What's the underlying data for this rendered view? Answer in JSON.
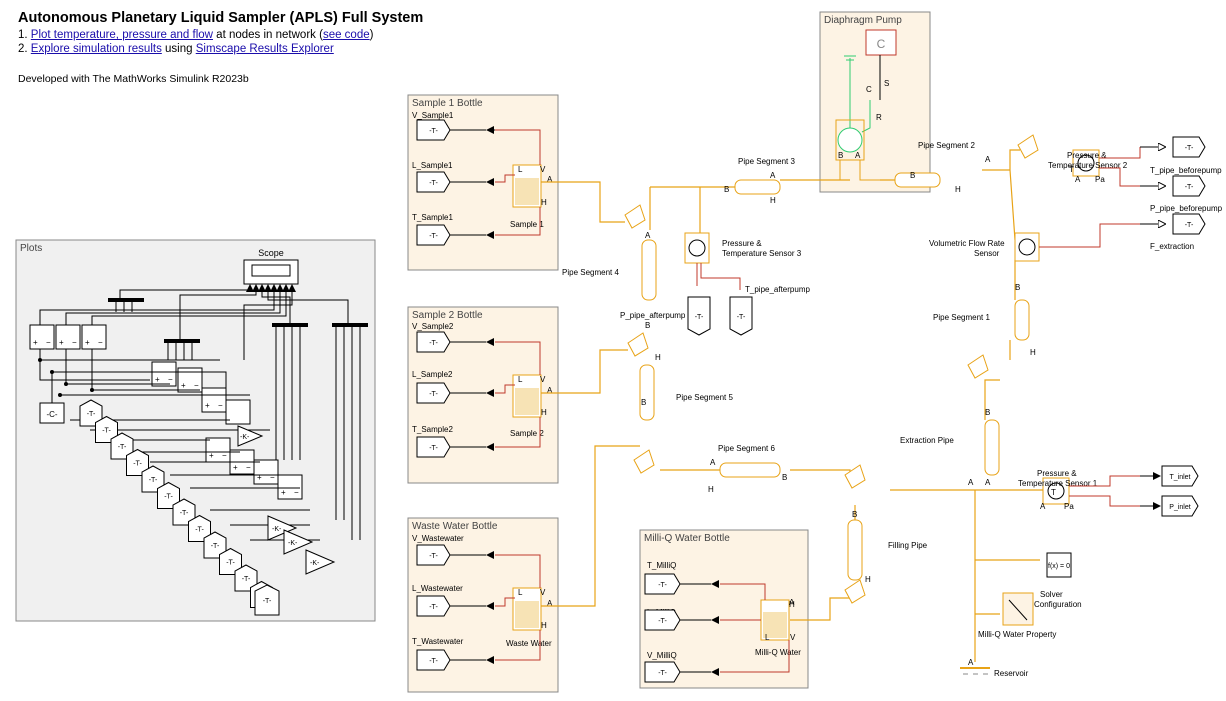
{
  "header": {
    "title": "Autonomous Planetary Liquid Sampler (APLS) Full System",
    "line1": {
      "prefix": "1. ",
      "link1": "Plot temperature, pressure and flow",
      "middle": " at nodes in network (",
      "link2": "see code",
      "suffix": ")"
    },
    "line2": {
      "prefix": "2. ",
      "link1": "Explore simulation results",
      "middle": " using ",
      "link2": "Simscape Results Explorer"
    },
    "developed": "Developed with The MathWorks Simulink R2023b"
  },
  "subsystems": {
    "sample1": "Sample 1 Bottle",
    "sample2": "Sample 2 Bottle",
    "waste": "Waste Water Bottle",
    "milliq": "Milli-Q Water Bottle",
    "pump": "Diaphragm Pump",
    "plots": "Plots"
  },
  "signals": {
    "v_sample1": "V_Sample1",
    "l_sample1": "L_Sample1",
    "t_sample1": "T_Sample1",
    "v_sample2": "V_Sample2",
    "l_sample2": "L_Sample2",
    "t_sample2": "T_Sample2",
    "v_waste": "V_Wastewater",
    "l_waste": "L_Wastewater",
    "t_waste": "T_Wastewater",
    "t_milliq": "T_MilliQ",
    "l_milliq": "L_MilliQ",
    "v_milliq": "V_MilliQ",
    "goto_tag": "-T-",
    "t_pipe_before": "T_pipe_beforepump",
    "p_pipe_before": "P_pipe_beforepump",
    "f_extraction": "F_extraction",
    "t_inlet": "T_inlet",
    "p_inlet": "P_inlet",
    "t_pipe_after": "T_pipe_afterpump",
    "p_pipe_after": "P_pipe_afterpump"
  },
  "blocks": {
    "sample1": "Sample 1",
    "sample2": "Sample 2",
    "waste": "Waste Water",
    "milliq": "Milli-Q Water",
    "seg1": "Pipe Segment 1",
    "seg2": "Pipe Segment 2",
    "seg3": "Pipe Segment 3",
    "seg4": "Pipe Segment 4",
    "seg5": "Pipe Segment 5",
    "seg6": "Pipe Segment 6",
    "extraction": "Extraction Pipe",
    "filling": "Filling Pipe",
    "sensor1_a": "Pressure &",
    "sensor1_b": "Temperature Sensor 1",
    "sensor2_a": "Pressure &",
    "sensor2_b": "Temperature Sensor 2",
    "sensor3_a": "Pressure &",
    "sensor3_b": "Temperature Sensor 3",
    "flow_a": "Volumetric Flow Rate",
    "flow_b": "Sensor",
    "solver_eq": "f(x) = 0",
    "solver_a": "Solver",
    "solver_b": "Configuration",
    "property": "Milli-Q Water Property",
    "reservoir": "Reservoir",
    "scope": "Scope",
    "constant": "-C-",
    "gain": "-K-"
  },
  "ports": {
    "a": "A",
    "b": "B",
    "h": "H",
    "l": "L",
    "v": "V",
    "t": "T",
    "pa": "Pa",
    "c": "C",
    "s": "S",
    "r": "R",
    "plus": "+",
    "minus": "−"
  },
  "colors": {
    "thermal_liquid": "#e8a317",
    "thermal": "#c0392b",
    "mechanical": "#2ecc71",
    "subsystem_fill": "#fdf3e4",
    "plots_fill": "#f0f0f0",
    "link": "#1a0dab"
  }
}
